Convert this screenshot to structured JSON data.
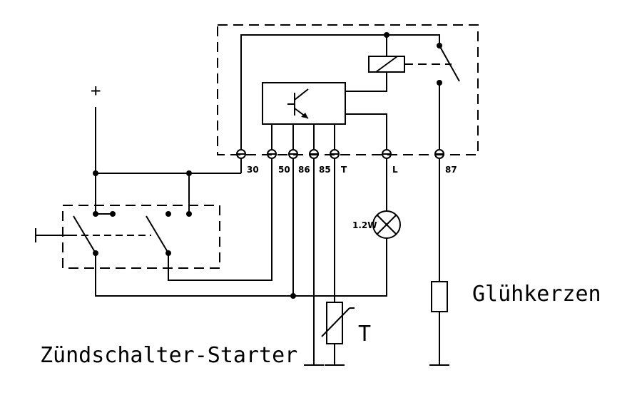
{
  "labels": {
    "plus": "+",
    "ignition_switch": "Zündschalter-Starter",
    "glow_plugs": "Glühkerzen",
    "lamp_rating": "1.2W",
    "temp_sensor": "T"
  },
  "terminals": [
    "30",
    "50",
    "86",
    "85",
    "T",
    "L",
    "87"
  ]
}
